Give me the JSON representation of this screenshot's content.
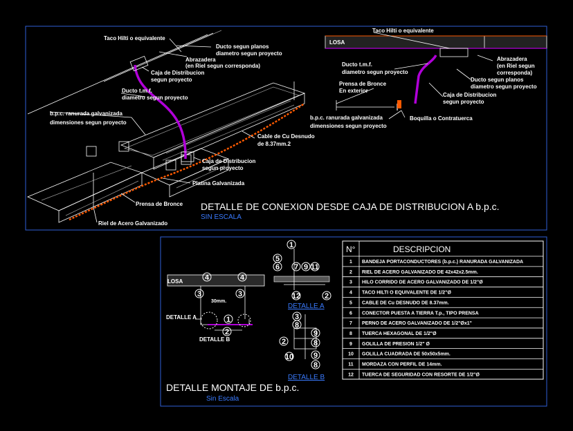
{
  "top_left": {
    "labels": {
      "taco": "Taco Hilti o equivalente",
      "ducto_planos_1": "Ducto segun planos",
      "ducto_planos_2": "diametro segun proyecto",
      "abrazadera_1": "Abrazadera",
      "abrazadera_2": "(en Riel segun corresponda)",
      "caja_1": "Caja de Distribucion",
      "caja_2": "segun proyecto",
      "ducto_tmf_1": "Ducto t.m.f.",
      "ducto_tmf_2": "diametro segun proyecto",
      "bpc_1": "b.p.c. ranurada galvanizada",
      "bpc_2": "dimensiones segun proyecto",
      "cable_1": "Cable de Cu Desnudo",
      "cable_2": "de 8.37mm.2",
      "caja2_1": "Caja de Distribucion",
      "caja2_2": "segun proyecto",
      "platina": "Platina Galvanizada",
      "prensa": "Prensa de Bronce",
      "riel": "Riel de Acero Galvanizado"
    },
    "title": "DETALLE DE CONEXION DESDE CAJA DE DISTRIBUCION A b.p.c.",
    "subtitle": "SIN ESCALA"
  },
  "top_right": {
    "labels": {
      "taco": "Taco Hilti o equivalente",
      "losa": "LOSA",
      "abrazadera_1": "Abrazadera",
      "abrazadera_2": "(en Riel segun",
      "abrazadera_3": "corresponda)",
      "ducto_tmf_1": "Ducto t.m.f.",
      "ducto_tmf_2": "diametro segun proyecto",
      "ducto_planos_1": "Ducto segun planos",
      "ducto_planos_2": "diametro segun proyecto",
      "prensa_1": "Prensa de Bronce",
      "prensa_2": "En exterior",
      "caja_1": "Caja de Distribucion",
      "caja_2": "segun proyecto",
      "bpc_1": "b.p.c. ranurada galvanizada",
      "bpc_2": "dimensiones segun proyecto",
      "boquilla": "Boquilla o Contratuerca"
    }
  },
  "bottom_left": {
    "losa": "LOSA",
    "detalle_a": "DETALLE A",
    "detalle_b": "DETALLE B",
    "dim": "30mm.",
    "detalle_a_title": "DETALLE  A",
    "detalle_b_title": "DETALLE  B",
    "title": "DETALLE MONTAJE DE b.p.c.",
    "subtitle": "Sin Escala"
  },
  "table": {
    "header_n": "N°",
    "header_desc": "DESCRIPCION",
    "rows": [
      {
        "n": "1",
        "desc": "BANDEJA PORTACONDUCTORES (b.p.c.) RANURADA GALVANIZADA"
      },
      {
        "n": "2",
        "desc": "RIEL DE ACERO GALVANIZADO DE 42x42x2.5mm."
      },
      {
        "n": "3",
        "desc": "HILO CORRIDO DE ACERO GALVANIZADO DE 1/2\"Ø"
      },
      {
        "n": "4",
        "desc": "TACO HILTI O EQUIVALENTE DE 1/2\"Ø"
      },
      {
        "n": "5",
        "desc": "CABLE DE Cu DESNUDO DE 8.37mm."
      },
      {
        "n": "6",
        "desc": "CONECTOR PUESTA A TIERRA T.p., TIPO PRENSA"
      },
      {
        "n": "7",
        "desc": "PERNO DE ACERO GALVANIZADO DE 1/2\"Øx1\""
      },
      {
        "n": "8",
        "desc": "TUERCA HEXAGONAL DE 1/2\"Ø"
      },
      {
        "n": "9",
        "desc": "GOLILLA DE PRESION 1/2\" Ø"
      },
      {
        "n": "10",
        "desc": "GOLILLA CUADRADA DE 50x50x5mm."
      },
      {
        "n": "11",
        "desc": "MORDAZA CON PERFIL DE 14mm."
      },
      {
        "n": "12",
        "desc": "TUERCA DE SEGURIDAD CON RESORTE DE 1/2\"Ø"
      }
    ]
  },
  "colors": {
    "frame": "#2f5fd8",
    "duct": "#b000d8",
    "cable": "#ff5a00",
    "subtitle": "#3a7bff"
  }
}
